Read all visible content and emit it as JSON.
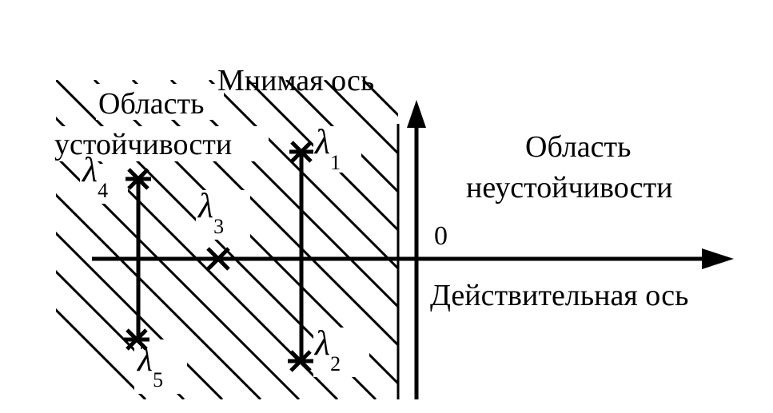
{
  "labels": {
    "imag_axis": "Мнимая ось",
    "real_axis": "Действительная ось",
    "stable_line1": "Область",
    "stable_line2": "устойчивости",
    "unstable_line1": "Область",
    "unstable_line2": "неустойчивости",
    "origin": "0"
  },
  "roots": [
    {
      "symbol": "λ",
      "sub": "1"
    },
    {
      "symbol": "λ",
      "sub": "2"
    },
    {
      "symbol": "λ",
      "sub": "3"
    },
    {
      "symbol": "λ",
      "sub": "4"
    },
    {
      "symbol": "λ",
      "sub": "5"
    }
  ],
  "colors": {
    "ink": "#000000",
    "background": "#ffffff"
  }
}
